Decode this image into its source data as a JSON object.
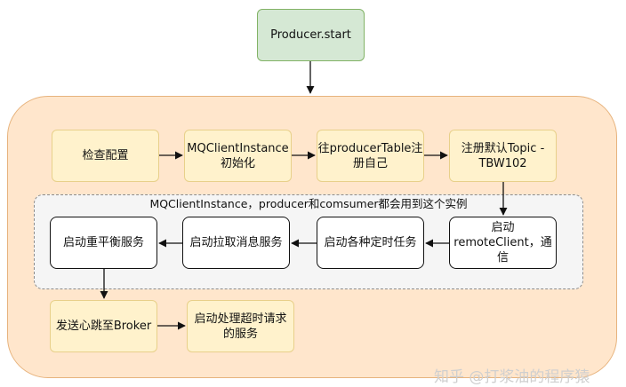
{
  "nodes": {
    "producer_start": "Producer.start",
    "check_config": "检查配置",
    "mq_init": "MQClientInstance\n初始化",
    "register_self": "往producerTable注\n册自己",
    "register_topic": "注册默认Topic -\nTBW102",
    "start_remote": "启动\nremoteClient，通\n信",
    "start_timers": "启动各种定时任务",
    "start_pull": "启动拉取消息服务",
    "start_rebalance": "启动重平衡服务",
    "send_heartbeat": "发送心跳至Broker",
    "start_timeout": "启动处理超时请求\n的服务"
  },
  "groups": {
    "shared_label": "MQClientInstance，producer和comsumer都会用到这个实例"
  },
  "watermark": "知乎 @打浆油的程序猿",
  "colors": {
    "start_fill": "#d5e8d4",
    "step_fill": "#fff2cc",
    "container_fill": "#ffe6cc",
    "shared_fill": "#f5f5f5"
  }
}
